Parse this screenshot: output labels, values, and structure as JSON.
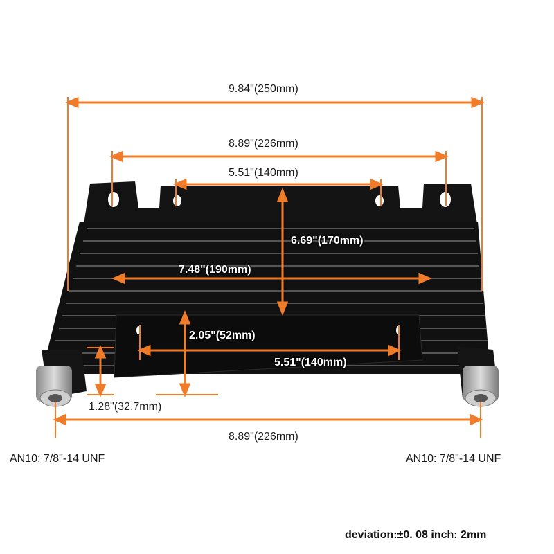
{
  "dimensions": {
    "overall_width": "9.84\"(250mm)",
    "mount_hole_span": "8.89\"(226mm)",
    "top_bracket_holes": "5.51\"(140mm)",
    "height": "6.69\"(170mm)",
    "core_width": "7.48\"(190mm)",
    "bottom_bracket_height": "2.05\"(52mm)",
    "bottom_bracket_holes": "5.51\"(140mm)",
    "fitting_height": "1.28\"(32.7mm)",
    "fitting_span": "8.89\"(226mm)"
  },
  "fittings": {
    "left": "AN10: 7/8\"-14 UNF",
    "right": "AN10: 7/8\"-14 UNF"
  },
  "deviation_note": "deviation:±0. 08 inch: 2mm",
  "colors": {
    "accent": "#f07c2a",
    "cooler_body": "#151515",
    "fitting": "#b9b9b9"
  }
}
